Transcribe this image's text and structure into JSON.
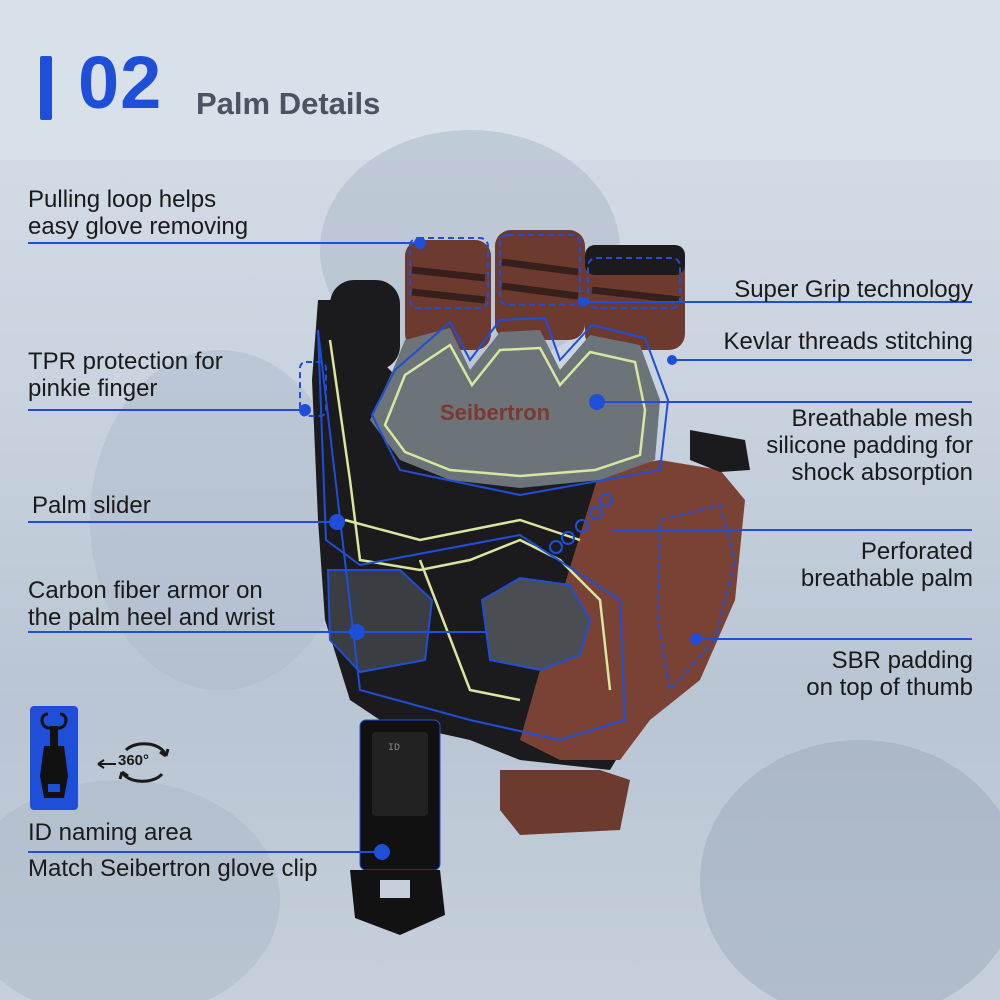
{
  "header": {
    "number": "02",
    "title": "Palm Details"
  },
  "labels": {
    "pulling_loop": "Pulling loop helps\neasy glove removing",
    "tpr": "TPR protection for\npinkie finger",
    "palm_slider": "Palm slider",
    "carbon": "Carbon fiber armor on\nthe palm heel and wrist",
    "id_area": "ID naming area",
    "clip": "Match Seibertron glove clip",
    "super_grip": "Super Grip technology",
    "kevlar": "Kevlar threads stitching",
    "mesh": "Breathable mesh\nsilicone padding for\nshock absorption",
    "perforated": "Perforated\nbreathable palm",
    "sbr": "SBR padding\non top of thumb"
  },
  "glove": {
    "brand_text": "Seibertron"
  },
  "clip_icon": {
    "rotation_text": "360°"
  },
  "colors": {
    "accent": "#1f4fd8",
    "title_gray": "#4a5563",
    "glove_black": "#1b1b1d",
    "glove_brown": "#7a4235",
    "stitch": "#d9e6a0"
  }
}
